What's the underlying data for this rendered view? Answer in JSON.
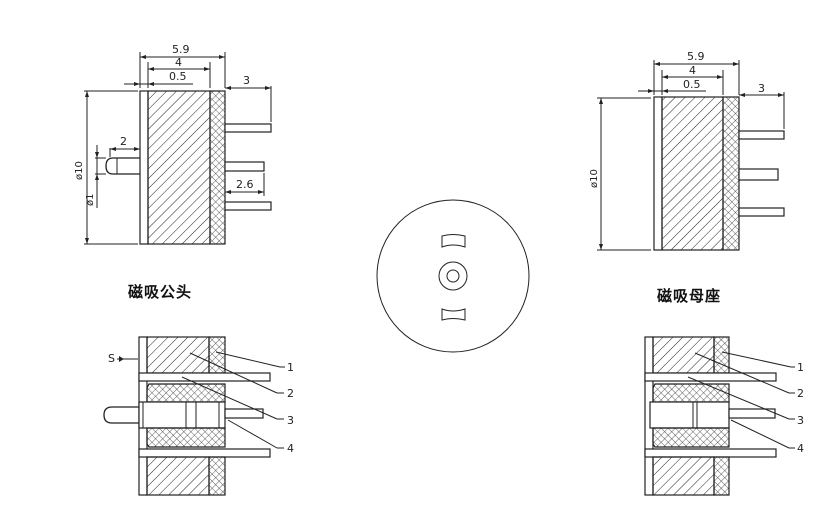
{
  "colors": {
    "line": "#222222",
    "background": "#ffffff"
  },
  "male_plug": {
    "caption": "磁吸公头",
    "dimensions": {
      "overall_length": "5.9",
      "magnet_length": "4",
      "cover_thickness": "0.5",
      "pin_protrusion": "3",
      "pogo_tip_length": "2",
      "pin_spacing": "2.6",
      "body_diameter": "ø10",
      "pin_diameter": "ø1"
    }
  },
  "female_socket": {
    "caption": "磁吸母座",
    "dimensions": {
      "overall_length": "5.9",
      "magnet_length": "4",
      "cover_thickness": "0.5",
      "pin_protrusion": "3",
      "body_diameter": "ø10"
    }
  },
  "male_section": {
    "s_label": "S",
    "callouts": [
      "1",
      "2",
      "3",
      "4"
    ]
  },
  "female_section": {
    "callouts": [
      "1",
      "2",
      "3",
      "4"
    ]
  }
}
